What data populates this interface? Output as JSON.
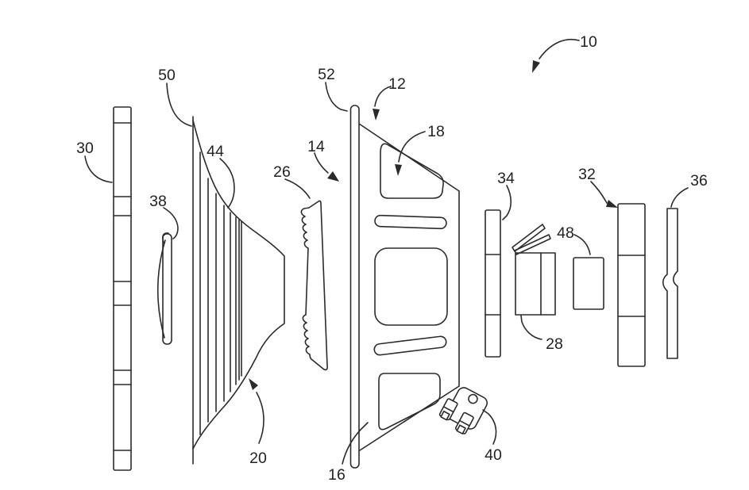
{
  "figure": {
    "background_color": "#ffffff",
    "line_color": "#2b2b2b",
    "label_color": "#222222",
    "labels": {
      "n10": "10",
      "n12": "12",
      "n14": "14",
      "n16": "16",
      "n18": "18",
      "n20": "20",
      "n26": "26",
      "n28": "28",
      "n30": "30",
      "n32": "32",
      "n34": "34",
      "n36": "36",
      "n38": "38",
      "n40": "40",
      "n44": "44",
      "n48": "48",
      "n50": "50",
      "n52": "52"
    }
  }
}
